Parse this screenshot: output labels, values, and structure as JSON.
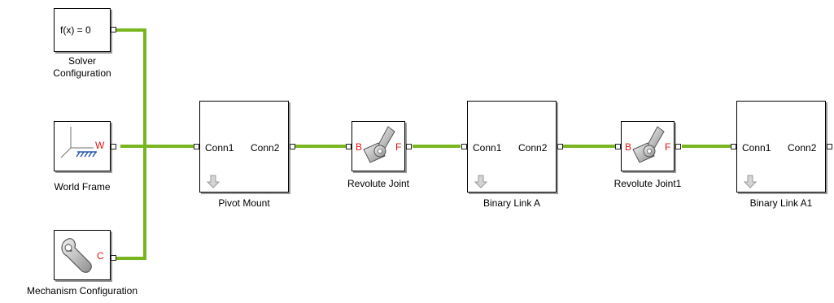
{
  "colors": {
    "wire": "#78b51f",
    "port_letter": "#e8120c",
    "block_border": "#000000",
    "shadow": "#9a9a9a"
  },
  "blocks": {
    "solver": {
      "expr": "f(x) = 0",
      "label_line1": "Solver",
      "label_line2": "Configuration"
    },
    "world": {
      "port": "W",
      "label": "World Frame",
      "icon": "frame-axes-icon"
    },
    "mechanism": {
      "port": "C",
      "label": "Mechanism Configuration",
      "icon": "wrench-icon"
    },
    "pivot": {
      "conn1": "Conn1",
      "conn2": "Conn2",
      "label": "Pivot Mount",
      "icon": "down-arrow-icon"
    },
    "revolute1": {
      "port_b": "B",
      "port_f": "F",
      "label": "Revolute Joint",
      "icon": "revolute-joint-icon"
    },
    "linkA": {
      "conn1": "Conn1",
      "conn2": "Conn2",
      "label": "Binary Link A",
      "icon": "down-arrow-icon"
    },
    "revolute2": {
      "port_b": "B",
      "port_f": "F",
      "label": "Revolute Joint1",
      "icon": "revolute-joint-icon"
    },
    "linkA1": {
      "conn1": "Conn1",
      "conn2": "Conn2",
      "label": "Binary Link A1",
      "icon": "down-arrow-icon"
    }
  }
}
